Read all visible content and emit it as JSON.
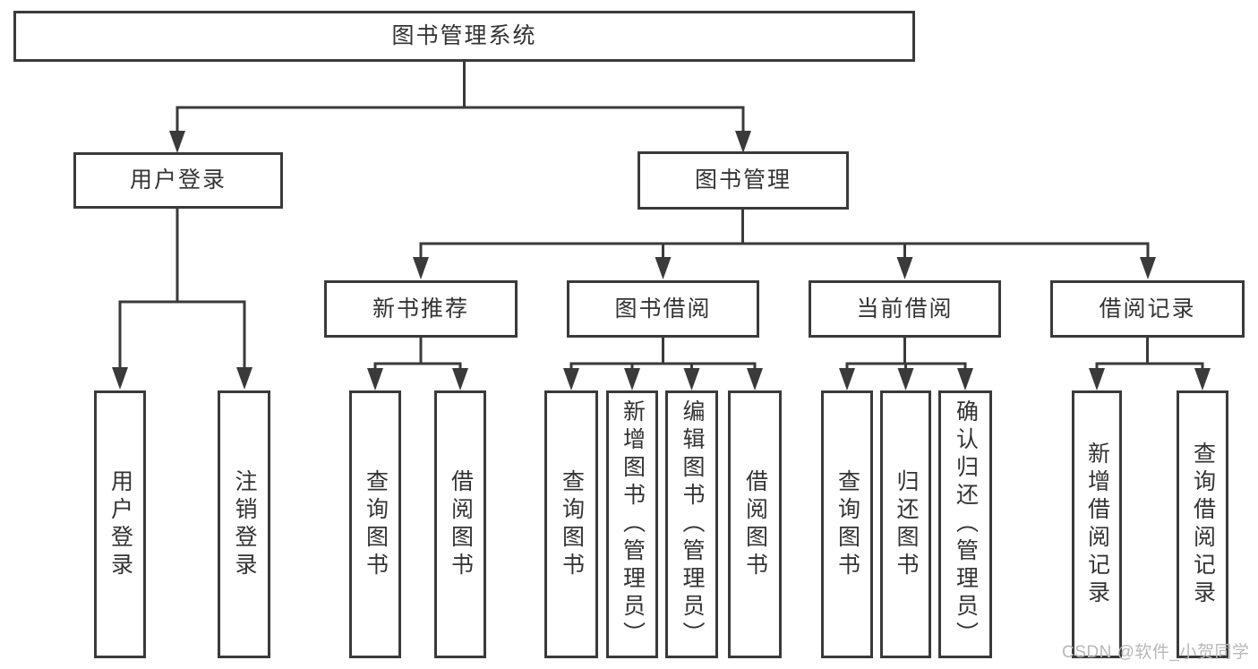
{
  "nodes": {
    "root": "图书管理系统",
    "level2": {
      "user_login": "用户登录",
      "book_management": "图书管理"
    },
    "level3": {
      "new_book_recommend": "新书推荐",
      "book_borrowing": "图书借阅",
      "current_borrowing": "当前借阅",
      "borrowing_records": "借阅记录"
    },
    "leaves": {
      "user_login_login": "用户登录",
      "user_login_logout": "注销登录",
      "nbr_query_books": "查询图书",
      "nbr_borrow_books": "借阅图书",
      "bb_query_books": "查询图书",
      "bb_add_books_admin": "新增图书（管理员）",
      "bb_edit_books_admin": "编辑图书（管理员）",
      "bb_borrow_books": "借阅图书",
      "cb_query_books": "查询图书",
      "cb_return_books": "归还图书",
      "cb_confirm_return_admin": "确认归还（管理员）",
      "br_add_record": "新增借阅记录",
      "br_query_record": "查询借阅记录"
    }
  },
  "colors": {
    "line": "#3a3a3a",
    "text": "#333333",
    "background": "#ffffff",
    "watermark": "#b8b8b8"
  },
  "watermark": "CSDN @软件_小贺同学"
}
